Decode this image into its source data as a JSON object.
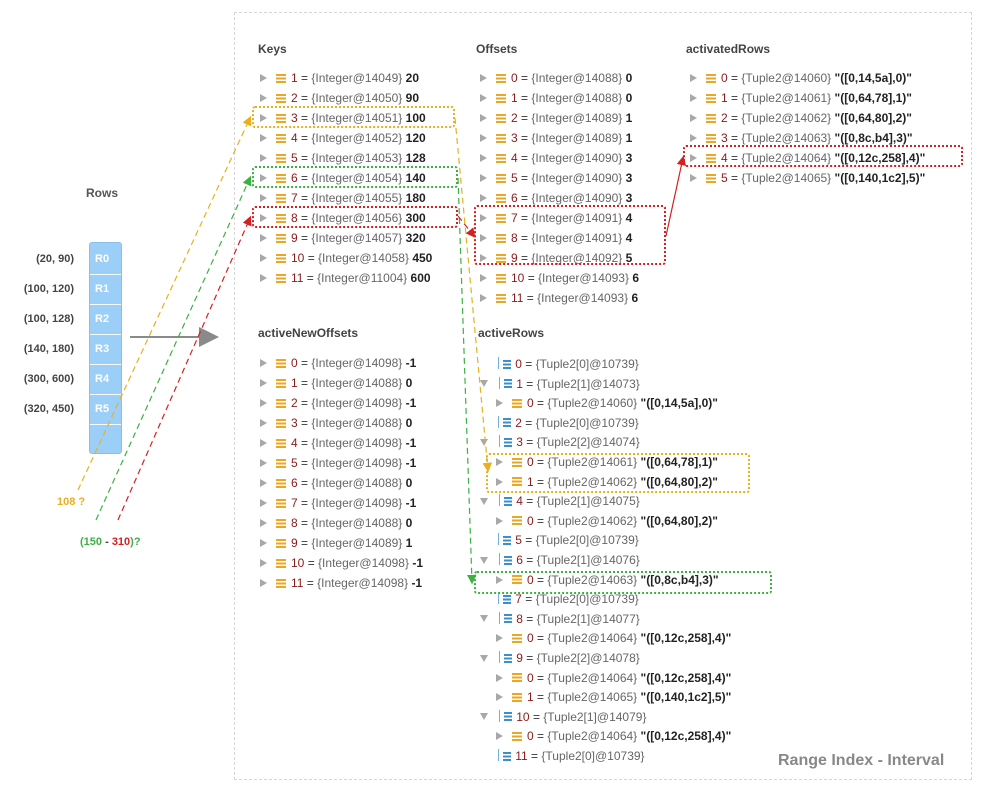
{
  "title": "Range Index - Interval",
  "rows": {
    "title": "Rows",
    "labels": [
      "R0",
      "R1",
      "R2",
      "R3",
      "R4",
      "R5"
    ],
    "ranges": [
      "(20, 90)",
      "(100, 120)",
      "(100, 128)",
      "(140, 180)",
      "(300, 600)",
      "(320, 450)"
    ]
  },
  "queries": {
    "q1": "108 ?",
    "q2_open": "(",
    "q2_a": "150",
    "q2_sep": " - ",
    "q2_b": "310",
    "q2_close": ")?"
  },
  "keys": {
    "title": "Keys",
    "items": [
      {
        "i": "1",
        "t": "{Integer@14049}",
        "v": "20"
      },
      {
        "i": "2",
        "t": "{Integer@14050}",
        "v": "90"
      },
      {
        "i": "3",
        "t": "{Integer@14051}",
        "v": "100"
      },
      {
        "i": "4",
        "t": "{Integer@14052}",
        "v": "120"
      },
      {
        "i": "5",
        "t": "{Integer@14053}",
        "v": "128"
      },
      {
        "i": "6",
        "t": "{Integer@14054}",
        "v": "140"
      },
      {
        "i": "7",
        "t": "{Integer@14055}",
        "v": "180"
      },
      {
        "i": "8",
        "t": "{Integer@14056}",
        "v": "300"
      },
      {
        "i": "9",
        "t": "{Integer@14057}",
        "v": "320"
      },
      {
        "i": "10",
        "t": "{Integer@14058}",
        "v": "450"
      },
      {
        "i": "11",
        "t": "{Integer@11004}",
        "v": "600"
      }
    ]
  },
  "offsets": {
    "title": "Offsets",
    "items": [
      {
        "i": "0",
        "t": "{Integer@14088}",
        "v": "0"
      },
      {
        "i": "1",
        "t": "{Integer@14088}",
        "v": "0"
      },
      {
        "i": "2",
        "t": "{Integer@14089}",
        "v": "1"
      },
      {
        "i": "3",
        "t": "{Integer@14089}",
        "v": "1"
      },
      {
        "i": "4",
        "t": "{Integer@14090}",
        "v": "3"
      },
      {
        "i": "5",
        "t": "{Integer@14090}",
        "v": "3"
      },
      {
        "i": "6",
        "t": "{Integer@14090}",
        "v": "3"
      },
      {
        "i": "7",
        "t": "{Integer@14091}",
        "v": "4"
      },
      {
        "i": "8",
        "t": "{Integer@14091}",
        "v": "4"
      },
      {
        "i": "9",
        "t": "{Integer@14092}",
        "v": "5"
      },
      {
        "i": "10",
        "t": "{Integer@14093}",
        "v": "6"
      },
      {
        "i": "11",
        "t": "{Integer@14093}",
        "v": "6"
      }
    ]
  },
  "activatedRows": {
    "title": "activatedRows",
    "items": [
      {
        "i": "0",
        "t": "{Tuple2@14060}",
        "v": "\"([0,14,5a],0)\""
      },
      {
        "i": "1",
        "t": "{Tuple2@14061}",
        "v": "\"([0,64,78],1)\""
      },
      {
        "i": "2",
        "t": "{Tuple2@14062}",
        "v": "\"([0,64,80],2)\""
      },
      {
        "i": "3",
        "t": "{Tuple2@14063}",
        "v": "\"([0,8c,b4],3)\""
      },
      {
        "i": "4",
        "t": "{Tuple2@14064}",
        "v": "\"([0,12c,258],4)\""
      },
      {
        "i": "5",
        "t": "{Tuple2@14065}",
        "v": "\"([0,140,1c2],5)\""
      }
    ]
  },
  "activeNewOffsets": {
    "title": "activeNewOffsets",
    "items": [
      {
        "i": "0",
        "t": "{Integer@14098}",
        "v": "-1"
      },
      {
        "i": "1",
        "t": "{Integer@14088}",
        "v": "0"
      },
      {
        "i": "2",
        "t": "{Integer@14098}",
        "v": "-1"
      },
      {
        "i": "3",
        "t": "{Integer@14088}",
        "v": "0"
      },
      {
        "i": "4",
        "t": "{Integer@14098}",
        "v": "-1"
      },
      {
        "i": "5",
        "t": "{Integer@14098}",
        "v": "-1"
      },
      {
        "i": "6",
        "t": "{Integer@14088}",
        "v": "0"
      },
      {
        "i": "7",
        "t": "{Integer@14098}",
        "v": "-1"
      },
      {
        "i": "8",
        "t": "{Integer@14088}",
        "v": "0"
      },
      {
        "i": "9",
        "t": "{Integer@14089}",
        "v": "1"
      },
      {
        "i": "10",
        "t": "{Integer@14098}",
        "v": "-1"
      },
      {
        "i": "11",
        "t": "{Integer@14098}",
        "v": "-1"
      }
    ]
  },
  "activeRows": {
    "title": "activeRows",
    "items": [
      {
        "kind": "arr",
        "open": false,
        "i": "0",
        "t": "{Tuple2[0]@10739}",
        "v": ""
      },
      {
        "kind": "arr",
        "open": true,
        "i": "1",
        "t": "{Tuple2[1]@14073}",
        "v": ""
      },
      {
        "kind": "fld",
        "i": "0",
        "t": "{Tuple2@14060}",
        "v": "\"([0,14,5a],0)\""
      },
      {
        "kind": "arr",
        "open": false,
        "i": "2",
        "t": "{Tuple2[0]@10739}",
        "v": ""
      },
      {
        "kind": "arr",
        "open": true,
        "i": "3",
        "t": "{Tuple2[2]@14074}",
        "v": ""
      },
      {
        "kind": "fld",
        "i": "0",
        "t": "{Tuple2@14061}",
        "v": "\"([0,64,78],1)\""
      },
      {
        "kind": "fld",
        "i": "1",
        "t": "{Tuple2@14062}",
        "v": "\"([0,64,80],2)\""
      },
      {
        "kind": "arr",
        "open": true,
        "i": "4",
        "t": "{Tuple2[1]@14075}",
        "v": ""
      },
      {
        "kind": "fld",
        "i": "0",
        "t": "{Tuple2@14062}",
        "v": "\"([0,64,80],2)\""
      },
      {
        "kind": "arr",
        "open": false,
        "i": "5",
        "t": "{Tuple2[0]@10739}",
        "v": ""
      },
      {
        "kind": "arr",
        "open": true,
        "i": "6",
        "t": "{Tuple2[1]@14076}",
        "v": ""
      },
      {
        "kind": "fld",
        "i": "0",
        "t": "{Tuple2@14063}",
        "v": "\"([0,8c,b4],3)\""
      },
      {
        "kind": "arr",
        "open": false,
        "i": "7",
        "t": "{Tuple2[0]@10739}",
        "v": ""
      },
      {
        "kind": "arr",
        "open": true,
        "i": "8",
        "t": "{Tuple2[1]@14077}",
        "v": ""
      },
      {
        "kind": "fld",
        "i": "0",
        "t": "{Tuple2@14064}",
        "v": "\"([0,12c,258],4)\""
      },
      {
        "kind": "arr",
        "open": true,
        "i": "9",
        "t": "{Tuple2[2]@14078}",
        "v": ""
      },
      {
        "kind": "fld",
        "i": "0",
        "t": "{Tuple2@14064}",
        "v": "\"([0,12c,258],4)\""
      },
      {
        "kind": "fld",
        "i": "1",
        "t": "{Tuple2@14065}",
        "v": "\"([0,140,1c2],5)\""
      },
      {
        "kind": "arr",
        "open": true,
        "i": "10",
        "t": "{Tuple2[1]@14079}",
        "v": ""
      },
      {
        "kind": "fld",
        "i": "0",
        "t": "{Tuple2@14064}",
        "v": "\"([0,12c,258],4)\""
      },
      {
        "kind": "arr",
        "open": false,
        "i": "11",
        "t": "{Tuple2[0]@10739}",
        "v": ""
      }
    ]
  },
  "colors": {
    "yellow": "#e9b01b",
    "green": "#3cb043",
    "red": "#d42020",
    "gray_arrow": "#8a8a8a",
    "row_fill": "#9ccff7"
  }
}
